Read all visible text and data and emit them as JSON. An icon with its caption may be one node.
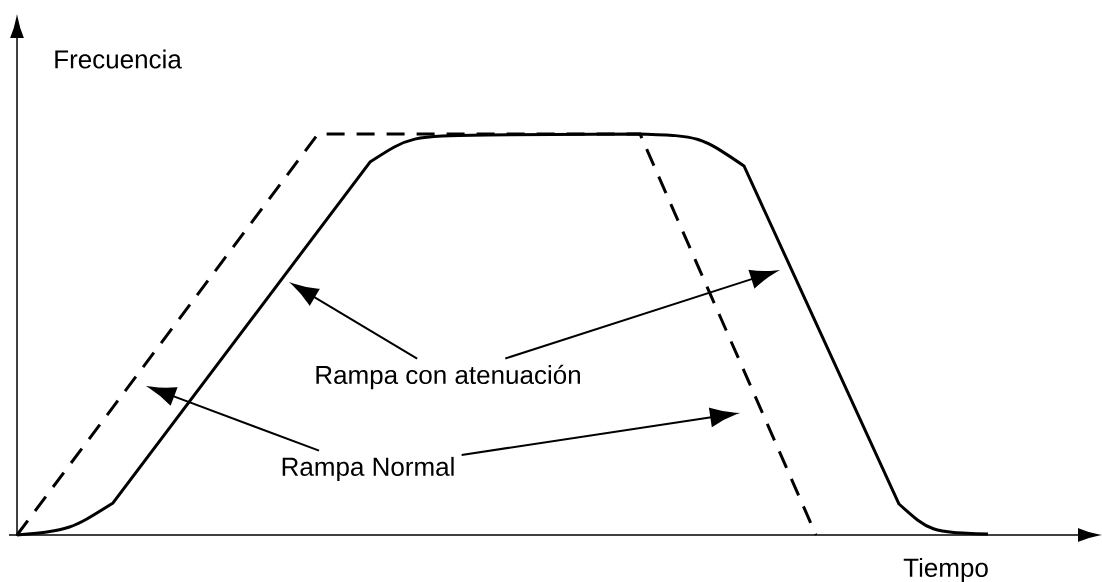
{
  "diagram": {
    "nodes": [
      {
        "text": [
          "Rampa con atenuación"
        ]
      },
      {
        "text": [
          "Rampa Normal"
        ]
      }
    ],
    "edges": [
      {
        "from": 0,
        "to": null,
        "arrow": "to"
      },
      {
        "from": 0,
        "to": null,
        "arrow": "to"
      },
      {
        "from": 1,
        "to": null,
        "arrow": "to"
      },
      {
        "from": 1,
        "to": null,
        "arrow": "to"
      }
    ],
    "labels": [
      "Frecuencia",
      "Tiempo"
    ]
  }
}
